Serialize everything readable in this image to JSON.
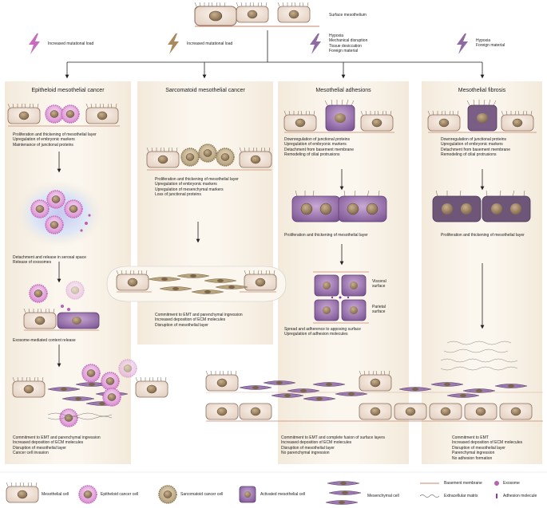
{
  "header": {
    "top_label": "Surface mesothelium"
  },
  "triggers": [
    {
      "text": "Increased mutational load",
      "color": "#c96bc0"
    },
    {
      "text": "Increased mutational load",
      "color": "#a88a5e"
    },
    {
      "text": "Hypoxia\nMechanical disruption\nTissue desiccation\nForeign material",
      "color": "#8f6aa3"
    },
    {
      "text": "Hypoxia\nForeign material",
      "color": "#8f6aa3"
    }
  ],
  "panels": [
    {
      "title": "Epitheloid mesothelial cancer",
      "steps": [
        "Proliferation and thickening of mesothelial layer\nUpregulation of embryonic markers\nMaintenance of junctional proteins",
        "Detachment and release in serosal space\nRelease of exosomes",
        "Exosome-mediated content release",
        "Commitment to EMT and parenchymal ingression\nIncreased deposition of ECM molecules\nDisruption of mesothelial layer\nCancer cell invasion"
      ]
    },
    {
      "title": "Sarcomatoid mesothelial cancer",
      "steps": [
        "Proliferation and thickening of mesothelial layer\nUpregulation of embryonic markers\nUpregulation of mesenchymal markers\nLoss of junctional proteins",
        "Commitment to EMT and parenchymal ingression\nIncreased deposition of ECM molecules\nDisruption of mesothelial layer"
      ]
    },
    {
      "title": "Mesothelial adhesions",
      "steps": [
        "Downregulation of junctional proteins\nUpregulation of embryonic markers\nDetachment from basement membrane\nRemodeling of cilial protrusions",
        "Proliferation and thickening of mesothelial layer",
        "Spread and adherence to apposing surface\nUpregulation of adhesion molecules",
        "Commitment to EMT and complete fusion of surface layers\nIncreased deposition of ECM molecules\nDisruption of mesothelial layer\nNo parenchymal ingression"
      ],
      "surface_labels": [
        "Visceral\nsurface",
        "Parietal\nsurface"
      ]
    },
    {
      "title": "Mesothelial fibrosis",
      "steps": [
        "Downregulation of junctional proteins\nUpregulation of embryonic markers\nDetachment from basement membrane\nRemodeling of cilial protrusions",
        "Proliferation and thickening of mesothelial layer",
        "Commitment to EMT\nIncreased deposition of ECM molecules\nDisruption of mesothelial layer\nParenchymal ingression\nNo adhesion formation"
      ]
    }
  ],
  "legend": {
    "mesothelial_cell": "Mesothelial cell",
    "epithelioid_cancer_cell": "Epitheloid cancer cell",
    "sarcomatoid_cancer_cell": "Sarcomatoid cancer cell",
    "activated_mesothelial_cell": "Activated mesothelial cell",
    "mesenchymal_cell": "Mesenchymal cell",
    "basement_membrane": "Basement membrane",
    "extracellular_matrix": "Extracellular matrix",
    "exosome": "Exosome",
    "adhesion_molecule": "Adhesion molecule"
  },
  "colors": {
    "panel_bg": "#f8f0e2",
    "mesothelial_cell": "#efe3d8",
    "nucleus": "#a48a6a",
    "cancer_pink": "#e7a6e0",
    "sarcomatoid": "#c8b48e",
    "activated": "#a37ab6",
    "mesenchymal": "#8b6e9e",
    "membrane": "#c8866c"
  }
}
